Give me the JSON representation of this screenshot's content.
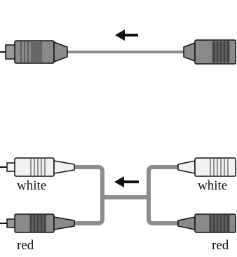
{
  "labels": {
    "white_left": "white",
    "white_right": "white",
    "red_left": "red",
    "red_right": "red"
  },
  "colors": {
    "outline": "#111111",
    "white_plug": "#f1f1f1",
    "dark_plug": "#8a8a8a",
    "dark_plug_shade": "#5e5e5e",
    "cable": "#8c8c8c",
    "arrow": "#111111"
  },
  "icons": {
    "arrow_top": "arrow-left-icon",
    "arrow_bottom": "arrow-left-icon"
  }
}
